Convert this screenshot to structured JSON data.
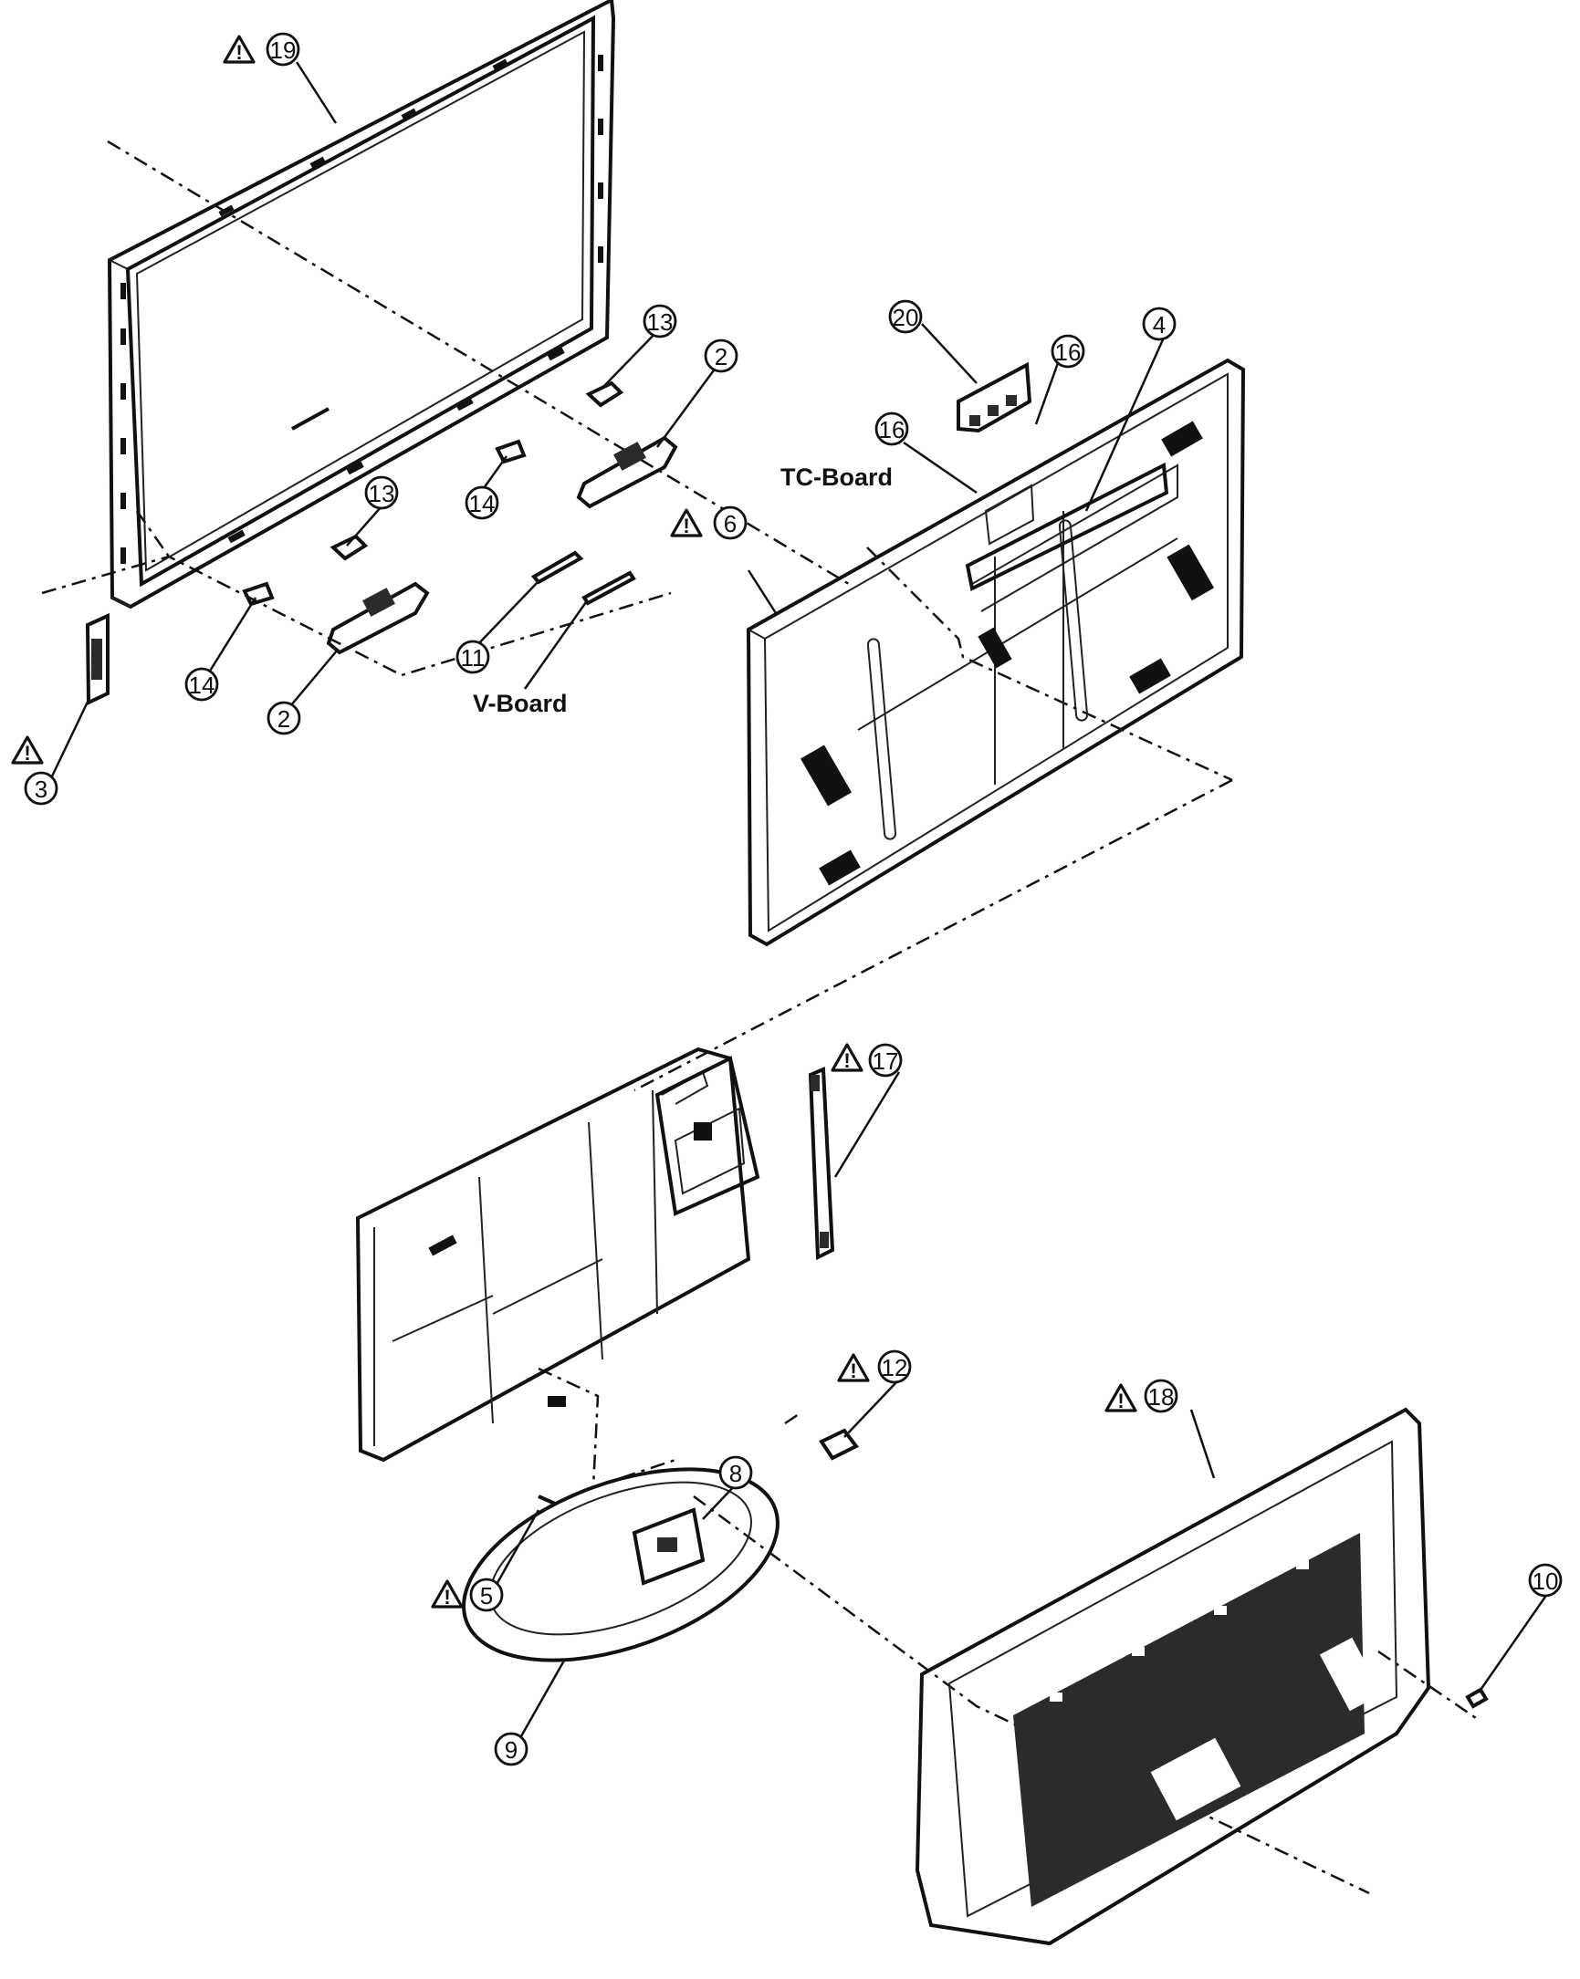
{
  "callouts": {
    "c19": "19",
    "c20": "20",
    "c16a": "16",
    "c16b": "16",
    "c4": "4",
    "c13a": "13",
    "c13b": "13",
    "c2a": "2",
    "c2b": "2",
    "c14a": "14",
    "c14b": "14",
    "c6": "6",
    "c11": "11",
    "c3": "3",
    "c17": "17",
    "c12": "12",
    "c18": "18",
    "c8": "8",
    "c5": "5",
    "c10": "10",
    "c9": "9"
  },
  "labels": {
    "tc_board": "TC-Board",
    "v_board": "V-Board"
  },
  "warning_symbol": "!"
}
